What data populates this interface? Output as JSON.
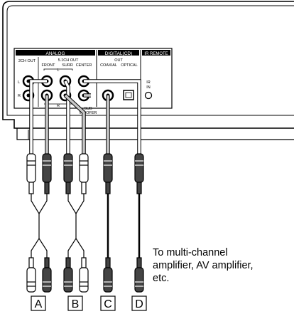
{
  "panel": {
    "analog_title": "ANALOG",
    "two_ch_out": "2CH OUT",
    "five_one_out": "5.1CH OUT",
    "front": "FRONT",
    "surr": "SURR",
    "center": "CENTER",
    "l_mark": "L",
    "r_mark": "R",
    "l_side": "L",
    "r_side": "R",
    "sub": "SUB",
    "woofer": "WOOFER",
    "digital_title": "DIGITAL(CD)",
    "out": "OUT",
    "coaxial": "COAXIAL",
    "optical": "OPTICAL",
    "ir_title": "IR REMOTE",
    "ir": "IR",
    "ir_in": "IN"
  },
  "caption": {
    "line1": "To multi-channel",
    "line2": "amplifier, AV amplifier,",
    "line3": "etc."
  },
  "cable_labels": [
    "A",
    "B",
    "C",
    "D"
  ],
  "colors": {
    "line": "#000000",
    "background": "#ffffff",
    "cable_fill": "#c8c8c8",
    "plug_dark": "#333333",
    "plug_light": "#ffffff"
  }
}
